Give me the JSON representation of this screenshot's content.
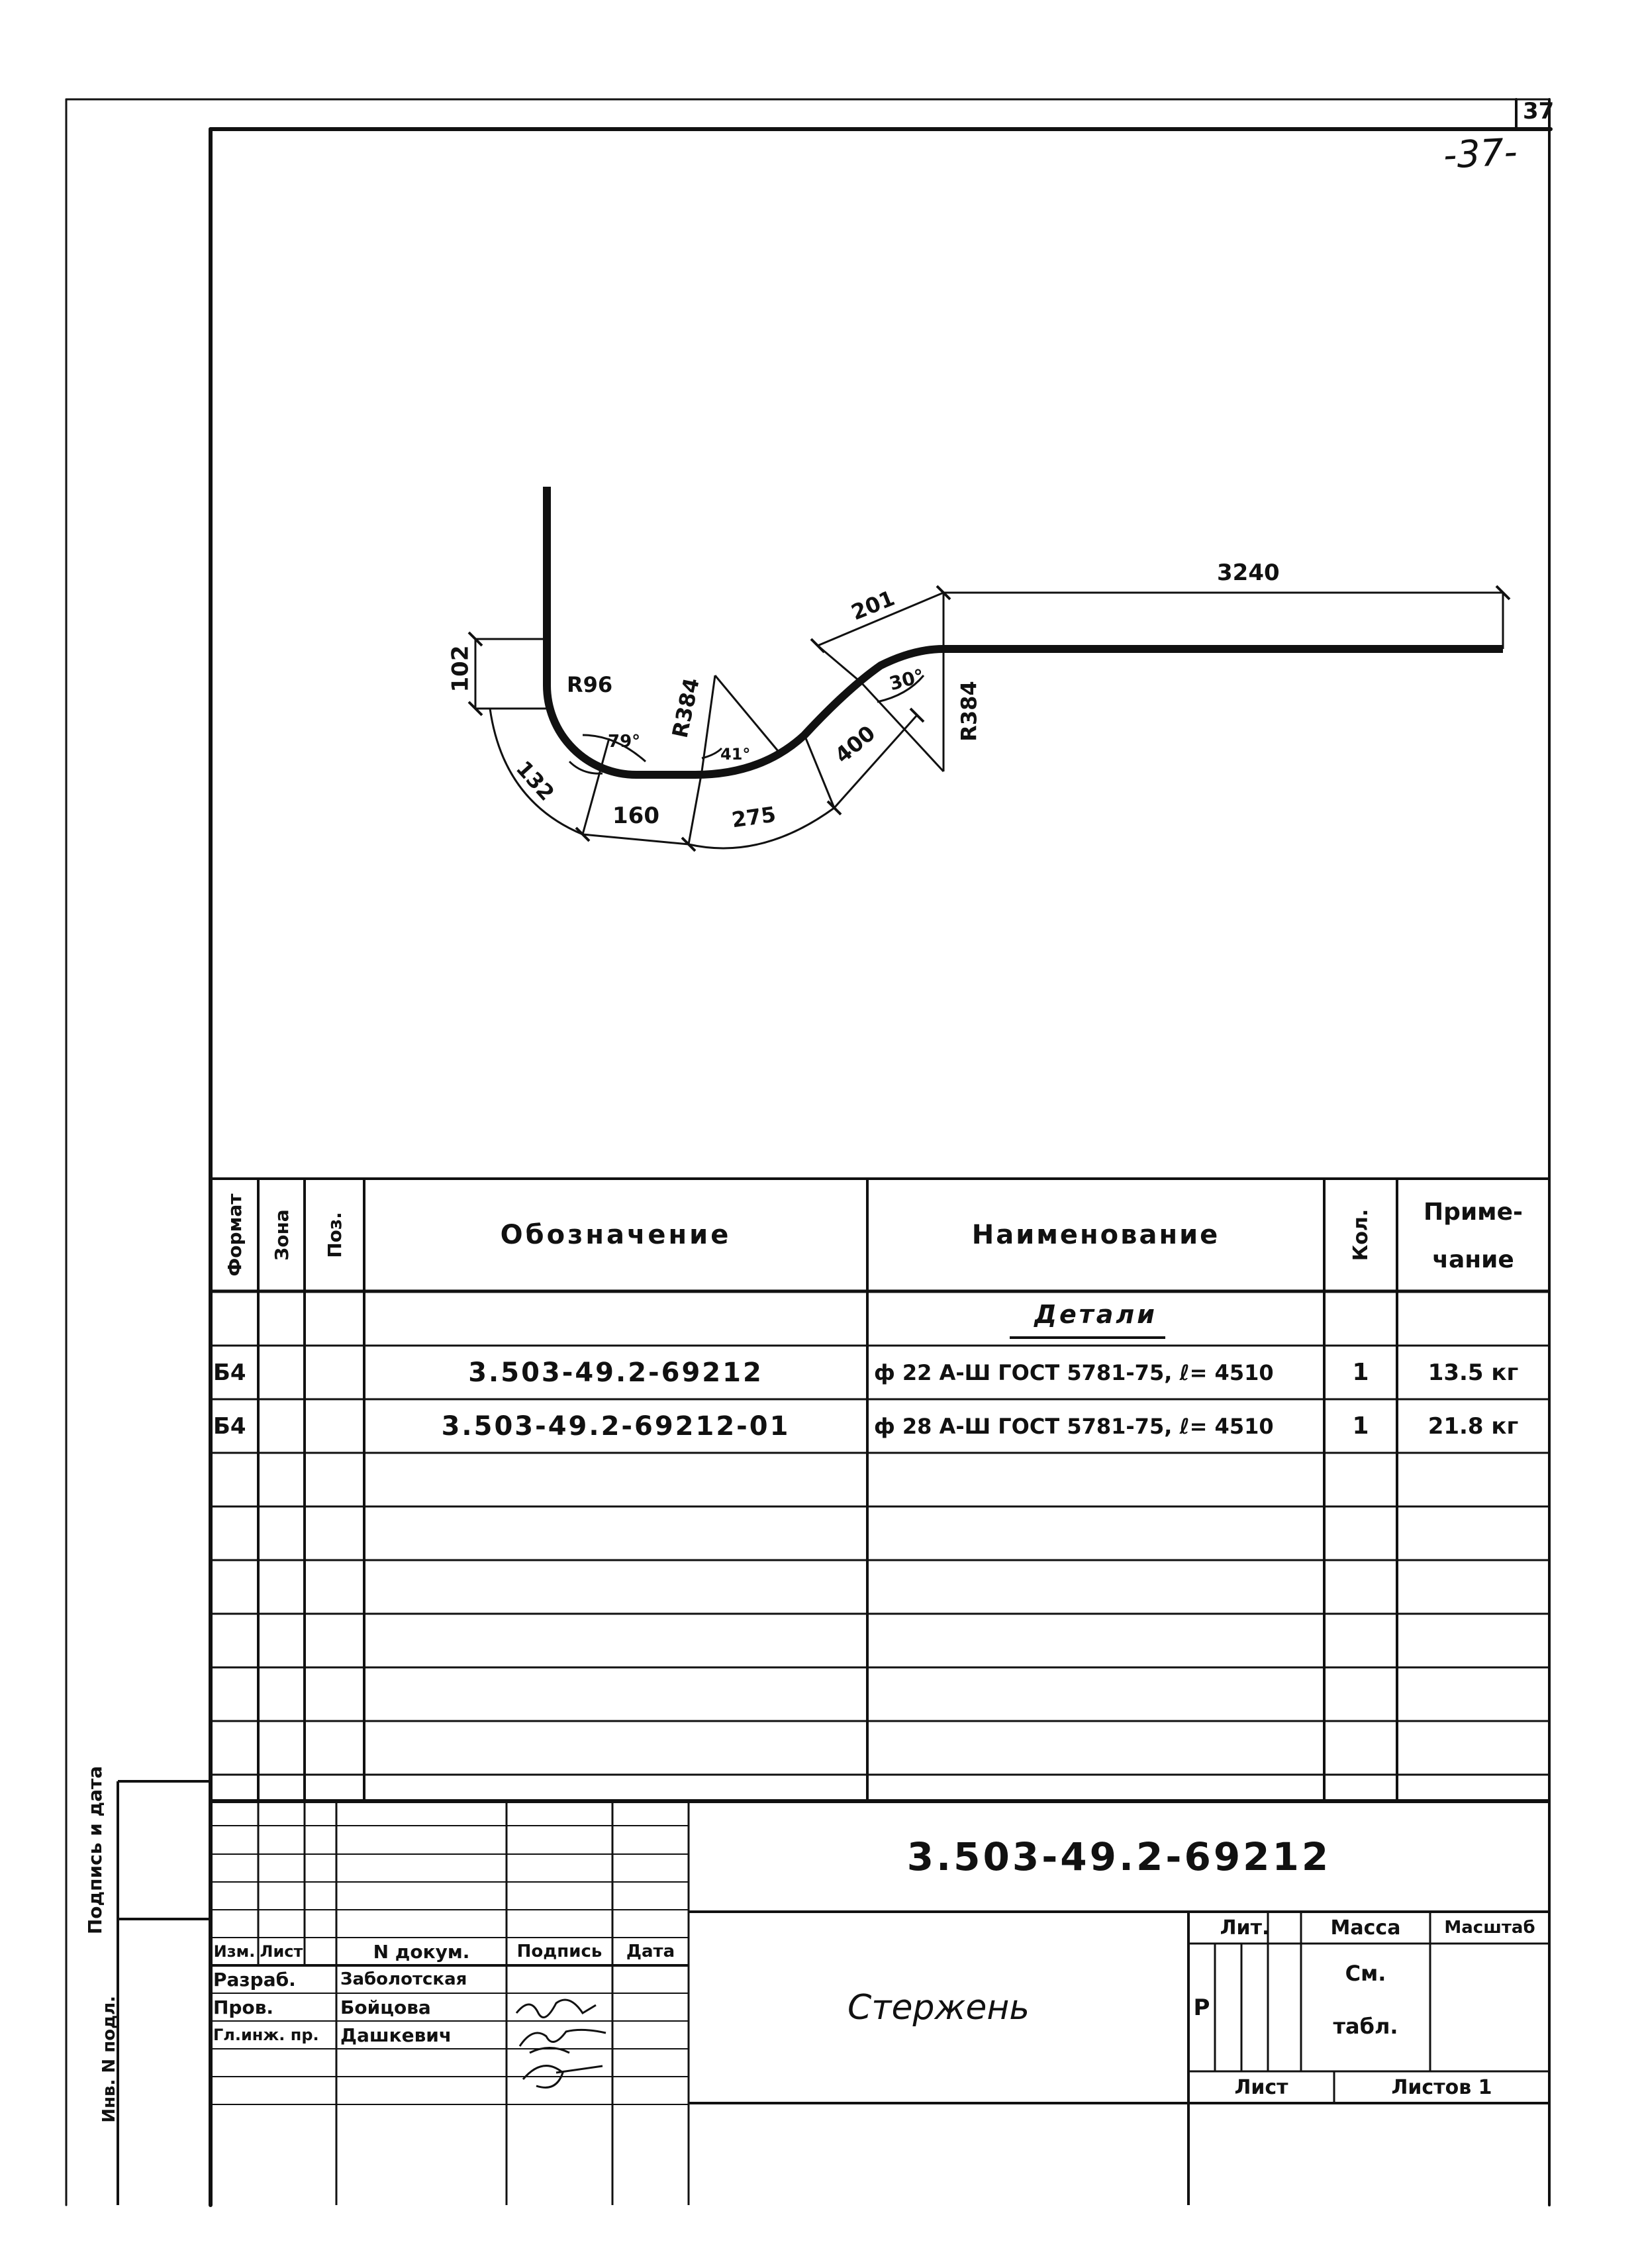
{
  "sheet": {
    "page_number": "-37-",
    "corner_number": "37"
  },
  "drawing": {
    "dims": [
      "102",
      "R96",
      "79°",
      "R384",
      "41°",
      "132",
      "160",
      "275",
      "400",
      "201",
      "30°",
      "R384",
      "3240"
    ]
  },
  "spec": {
    "headers": {
      "format": "Формат",
      "zone": "Зона",
      "pos": "Поз.",
      "designation": "Обозначение",
      "name": "Наименование",
      "qty": "Кол.",
      "note_line1": "Приме-",
      "note_line2": "чание"
    },
    "section": "Детали",
    "rows": [
      {
        "format": "Б4",
        "designation": "3.503-49.2-69212",
        "name": "ф 22 А-Ш ГОСТ 5781-75, ℓ= 4510",
        "qty": "1",
        "note": "13.5 кг"
      },
      {
        "format": "Б4",
        "designation": "3.503-49.2-69212-01",
        "name": "ф 28 А-Ш ГОСТ 5781-75, ℓ= 4510",
        "qty": "1",
        "note": "21.8 кг"
      }
    ]
  },
  "title_block": {
    "doc_number": "3.503-49.2-69212",
    "title": "Стержень",
    "col_headers": {
      "izm": "Изм.",
      "list": "Лист",
      "ndoc": "N докум.",
      "sign": "Подпись",
      "date": "Дата"
    },
    "roles": [
      {
        "role": "Разраб.",
        "name": "Заболотская"
      },
      {
        "role": "Пров.",
        "name": "Бойцова"
      },
      {
        "role": "Гл.инж. пр.",
        "name": "Дашкевич"
      }
    ],
    "lit_label": "Лит.",
    "mass_label": "Масса",
    "scale_label": "Масштаб",
    "lit_value": "Р",
    "mass_value_line1": "См.",
    "mass_value_line2": "табл.",
    "sheet_label": "Лист",
    "sheets_label": "Листов 1"
  },
  "side_strip": {
    "sign_date": "Подпись и дата",
    "inv": "Инв. N подл."
  }
}
